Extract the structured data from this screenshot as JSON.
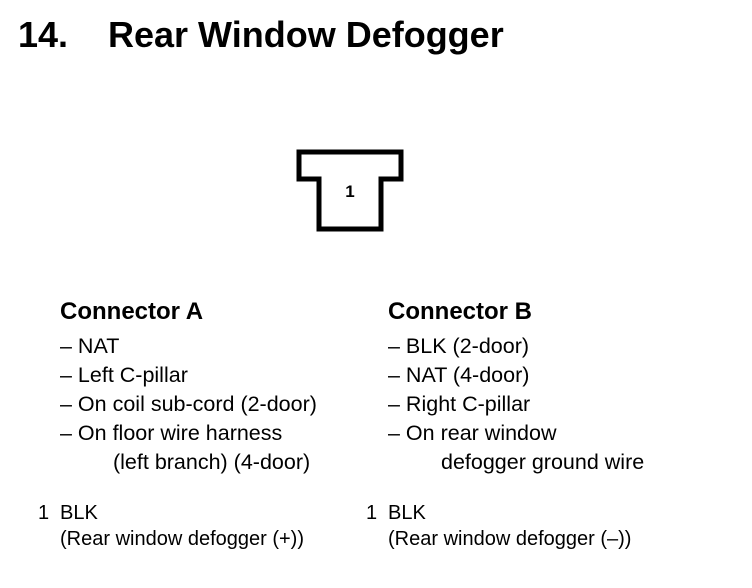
{
  "title": {
    "number": "14.",
    "text": "Rear Window Defogger"
  },
  "connector": {
    "pin_label": "1"
  },
  "connectors": [
    {
      "heading": "Connector A",
      "lines": [
        "– NAT",
        "– Left C-pillar",
        "– On coil sub-cord (2-door)",
        "– On floor wire harness"
      ],
      "continuation": "(left branch) (4-door)",
      "pin": {
        "number": "1",
        "color": "BLK",
        "description": "(Rear window defogger (+))"
      }
    },
    {
      "heading": "Connector B",
      "lines": [
        "– BLK (2-door)",
        "– NAT (4-door)",
        "– Right C-pillar",
        "– On rear window"
      ],
      "continuation": "defogger ground wire",
      "pin": {
        "number": "1",
        "color": "BLK",
        "description": "(Rear window defogger (–))"
      }
    }
  ]
}
